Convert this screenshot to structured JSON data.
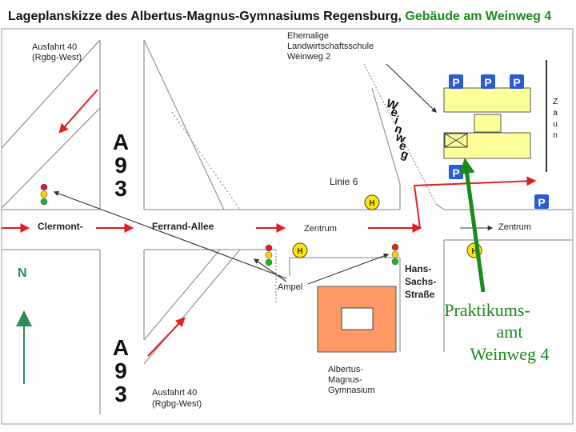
{
  "title": {
    "main": "Lageplanskizze des Albertus-Magnus-Gymnasiums Regensburg,",
    "sub": "Gebäude am Weinweg 4"
  },
  "labels": {
    "exit_top": [
      "Ausfahrt 40",
      "(Rgbg-West)"
    ],
    "exit_bottom": [
      "Ausfahrt 40",
      "(Rgbg-West)"
    ],
    "school_former": [
      "Ehemalige",
      "Landwirtschaftsschule",
      "Weinweg 2"
    ],
    "motorway_top": "A 93",
    "motorway_bottom": "A 93",
    "street_clermont": "Clermont-",
    "street_ferrand": "Ferrand-Allee",
    "street_weinweg": "Weinweg",
    "street_hans_sachs": [
      "Hans-",
      "Sachs-",
      "Straße"
    ],
    "bus_line": "Linie 6",
    "zentrum_1": "Zentrum",
    "zentrum_2": "Zentrum",
    "traffic_light": "Ampel",
    "gymnasium": [
      "Albertus-",
      "Magnus-",
      "Gymnasium"
    ],
    "fence": "Zaun",
    "north": "N",
    "praktikumsamt": [
      "Praktikums-",
      "amt",
      "Weinweg 4"
    ],
    "bus_stop": "H",
    "parking": "P"
  },
  "colors": {
    "road_line": "#9a9a9a",
    "arrow_red": "#e02020",
    "green": "#1a8a1a",
    "north_arrow": "#2e8b57",
    "parking_blue": "#2a5bd7",
    "building_yellow": "#ffff99",
    "gymnasium_orange": "#ff9966",
    "bus_yellow": "#ffe600"
  },
  "icons": [
    "traffic-light-icon",
    "bus-stop-icon",
    "parking-icon",
    "north-arrow-icon"
  ]
}
